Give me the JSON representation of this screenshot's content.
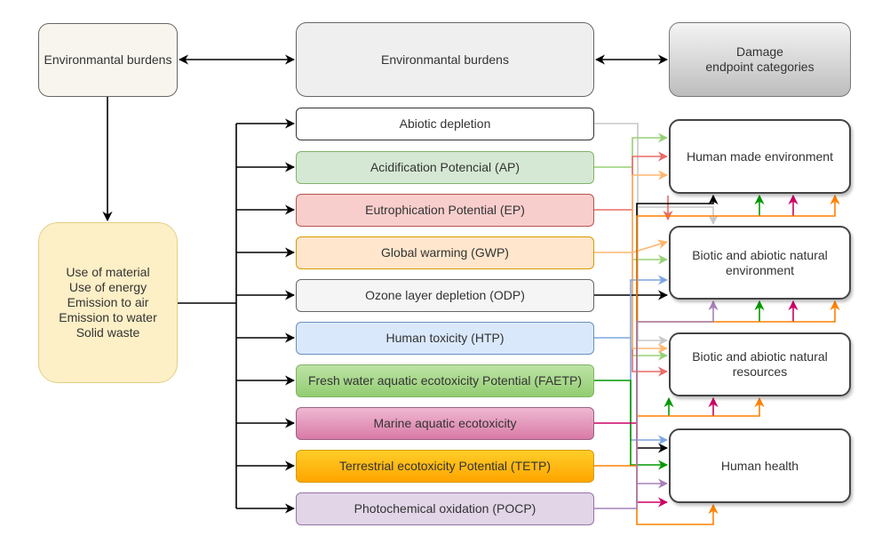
{
  "diagram": {
    "top_row": {
      "left_box": "Environmantal burdens",
      "middle_box": "Environmantal burdens",
      "right_box": "Damage\nendpoint categories"
    },
    "inputs_box": "Use of material\nUse of energy\nEmission to air\nEmission to water\nSolid waste",
    "impact_categories": [
      {
        "label": "Abiotic depletion",
        "fill": "#ffffff",
        "stroke": "#333333",
        "line_color": "#c8c8c8"
      },
      {
        "label": "Acidification Potencial (AP)",
        "fill": "#d5e8d4",
        "stroke": "#82b366",
        "line_color": "#97d077"
      },
      {
        "label": "Eutrophication Potential (EP)",
        "fill": "#f8cecc",
        "stroke": "#b85450",
        "line_color": "#ea6b66"
      },
      {
        "label": "Global warming (GWP)",
        "fill": "#ffe6cc",
        "stroke": "#d79b00",
        "line_color": "#ffb570"
      },
      {
        "label": "Ozone layer depletion (ODP)",
        "fill": "#f5f5f5",
        "stroke": "#666666",
        "line_color": "#000000"
      },
      {
        "label": "Human toxicity (HTP)",
        "fill": "#dae8fc",
        "stroke": "#6c8ebf",
        "line_color": "#7ea6e0"
      },
      {
        "label": "Fresh water aquatic ecotoxicity Potential (FAETP)",
        "fill": "#a9d98e",
        "stroke": "#82b366",
        "line_color": "#009900"
      },
      {
        "label": "Marine aquatic ecotoxicity",
        "fill": "#e6a0c0",
        "stroke": "#996185",
        "line_color": "#cc0066"
      },
      {
        "label": "Terrestrial ecotoxicity Potential (TETP)",
        "fill": "#ffb20f",
        "stroke": "#d79b00",
        "line_color": "#ff8000"
      },
      {
        "label": "Photochemical oxidation (POCP)",
        "fill": "#e1d5e7",
        "stroke": "#9673a6",
        "line_color": "#a680b8"
      }
    ],
    "endpoints": [
      {
        "label": "Human made environment"
      },
      {
        "label": "Biotic and abiotic natural\nenvironment"
      },
      {
        "label": "Biotic and abiotic natural\nresources"
      },
      {
        "label": "Human health"
      }
    ]
  }
}
